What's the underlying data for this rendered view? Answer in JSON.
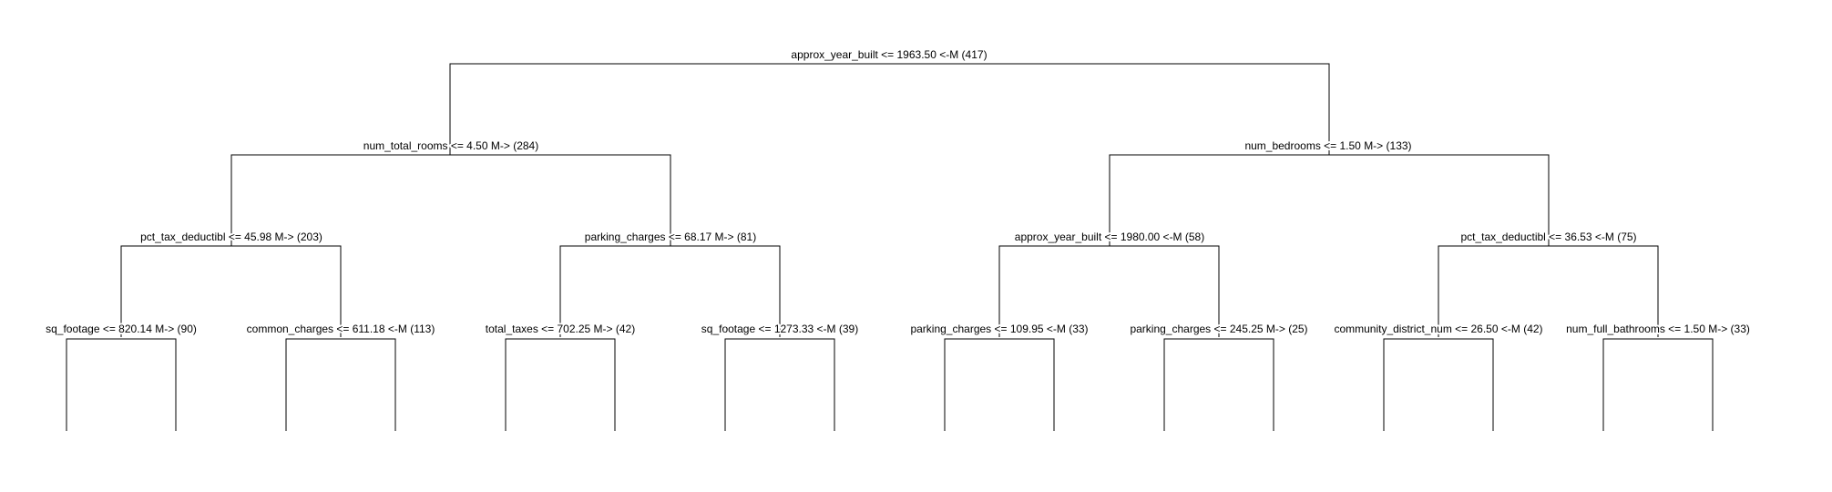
{
  "tree": {
    "root": {
      "label": "approx_year_built <= 1963.50 <-M (417)",
      "left": {
        "label": "num_total_rooms <= 4.50 M-> (284)",
        "left": {
          "label": "pct_tax_deductibl <= 45.98 M-> (203)",
          "left": {
            "label": "sq_footage <= 820.14 M-> (90)"
          },
          "right": {
            "label": "common_charges <= 611.18 <-M (113)"
          }
        },
        "right": {
          "label": "parking_charges <= 68.17 M-> (81)",
          "left": {
            "label": "total_taxes <= 702.25 M-> (42)"
          },
          "right": {
            "label": "sq_footage <= 1273.33 <-M (39)"
          }
        }
      },
      "right": {
        "label": "num_bedrooms <= 1.50 M-> (133)",
        "left": {
          "label": "approx_year_built <= 1980.00 <-M (58)",
          "left": {
            "label": "parking_charges <= 109.95 <-M (33)"
          },
          "right": {
            "label": "parking_charges <= 245.25 M-> (25)"
          }
        },
        "right": {
          "label": "pct_tax_deductibl <= 36.53 <-M (75)",
          "left": {
            "label": "community_district_num <= 26.50 <-M (42)"
          },
          "right": {
            "label": "num_full_bathrooms <= 1.50 M-> (33)"
          }
        }
      }
    }
  }
}
